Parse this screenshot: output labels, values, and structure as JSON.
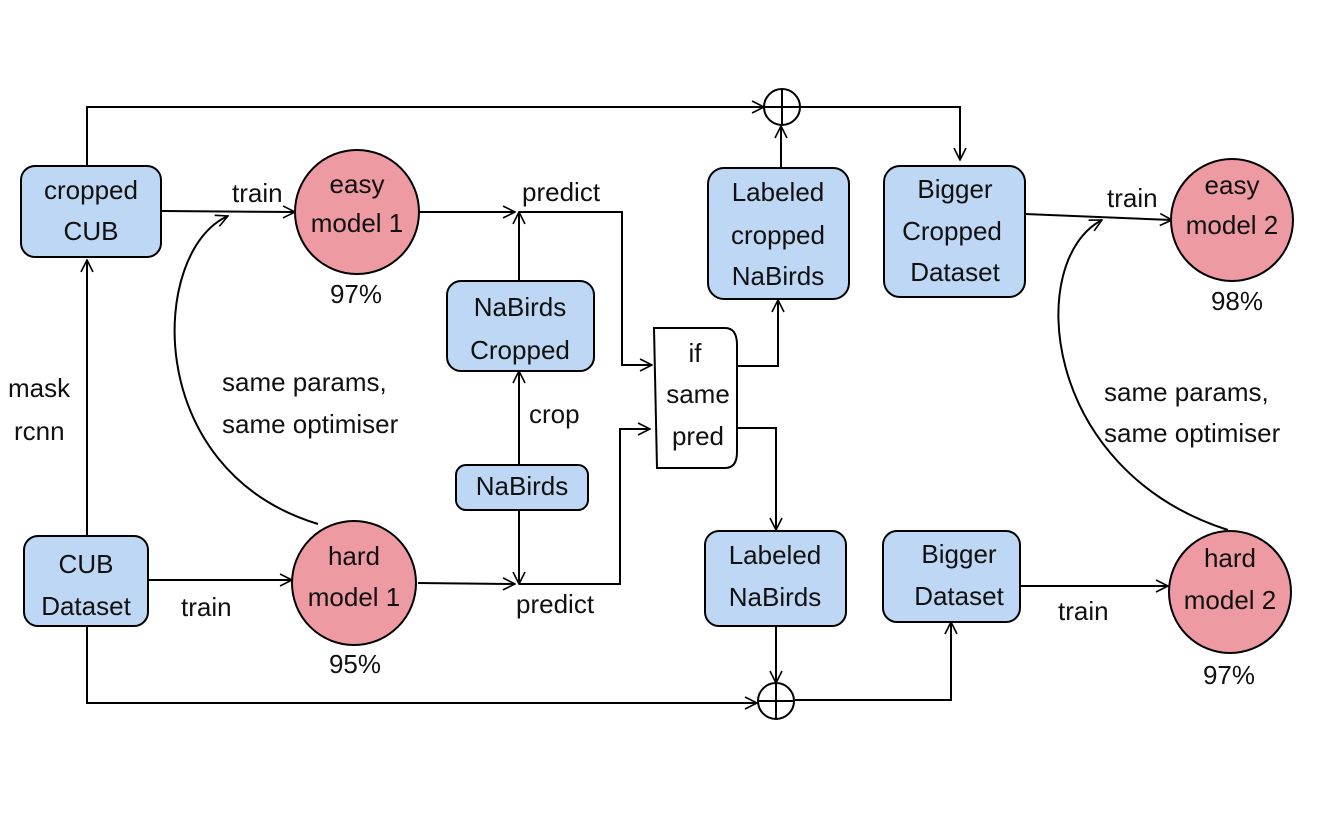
{
  "colors": {
    "dataset_fill": "#bdd7f4",
    "model_fill": "#ed9aa3",
    "stroke": "#000000",
    "text": "#111111"
  },
  "nodes": {
    "cropped_cub": [
      "cropped",
      "CUB"
    ],
    "cub_dataset": [
      "CUB",
      "Dataset"
    ],
    "nabirds_cropped": [
      "NaBirds",
      "Cropped"
    ],
    "nabirds": [
      "NaBirds"
    ],
    "if_same_pred": [
      "if",
      "same",
      "pred"
    ],
    "labeled_cropped_nabirds": [
      "Labeled",
      "cropped",
      "NaBirds"
    ],
    "labeled_nabirds": [
      "Labeled",
      "NaBirds"
    ],
    "bigger_cropped_dataset": [
      "Bigger",
      "Cropped",
      "Dataset"
    ],
    "bigger_dataset": [
      "Bigger",
      "Dataset"
    ],
    "easy_model_1": [
      "easy",
      "model 1"
    ],
    "hard_model_1": [
      "hard",
      "model 1"
    ],
    "easy_model_2": [
      "easy",
      "model 2"
    ],
    "hard_model_2": [
      "hard",
      "model 2"
    ]
  },
  "labels": {
    "train_easy_1": "train",
    "train_hard_1": "train",
    "train_easy_2": "train",
    "train_hard_2": "train",
    "predict_top": "predict",
    "predict_bottom": "predict",
    "crop": "crop",
    "mask_rcnn": [
      "mask",
      "rcnn"
    ],
    "same_params_left": [
      "same params,",
      "same optimiser"
    ],
    "same_params_right": [
      "same params,",
      "same optimiser"
    ],
    "acc_easy_1": "97%",
    "acc_hard_1": "95%",
    "acc_easy_2": "98%",
    "acc_hard_2": "97%"
  }
}
